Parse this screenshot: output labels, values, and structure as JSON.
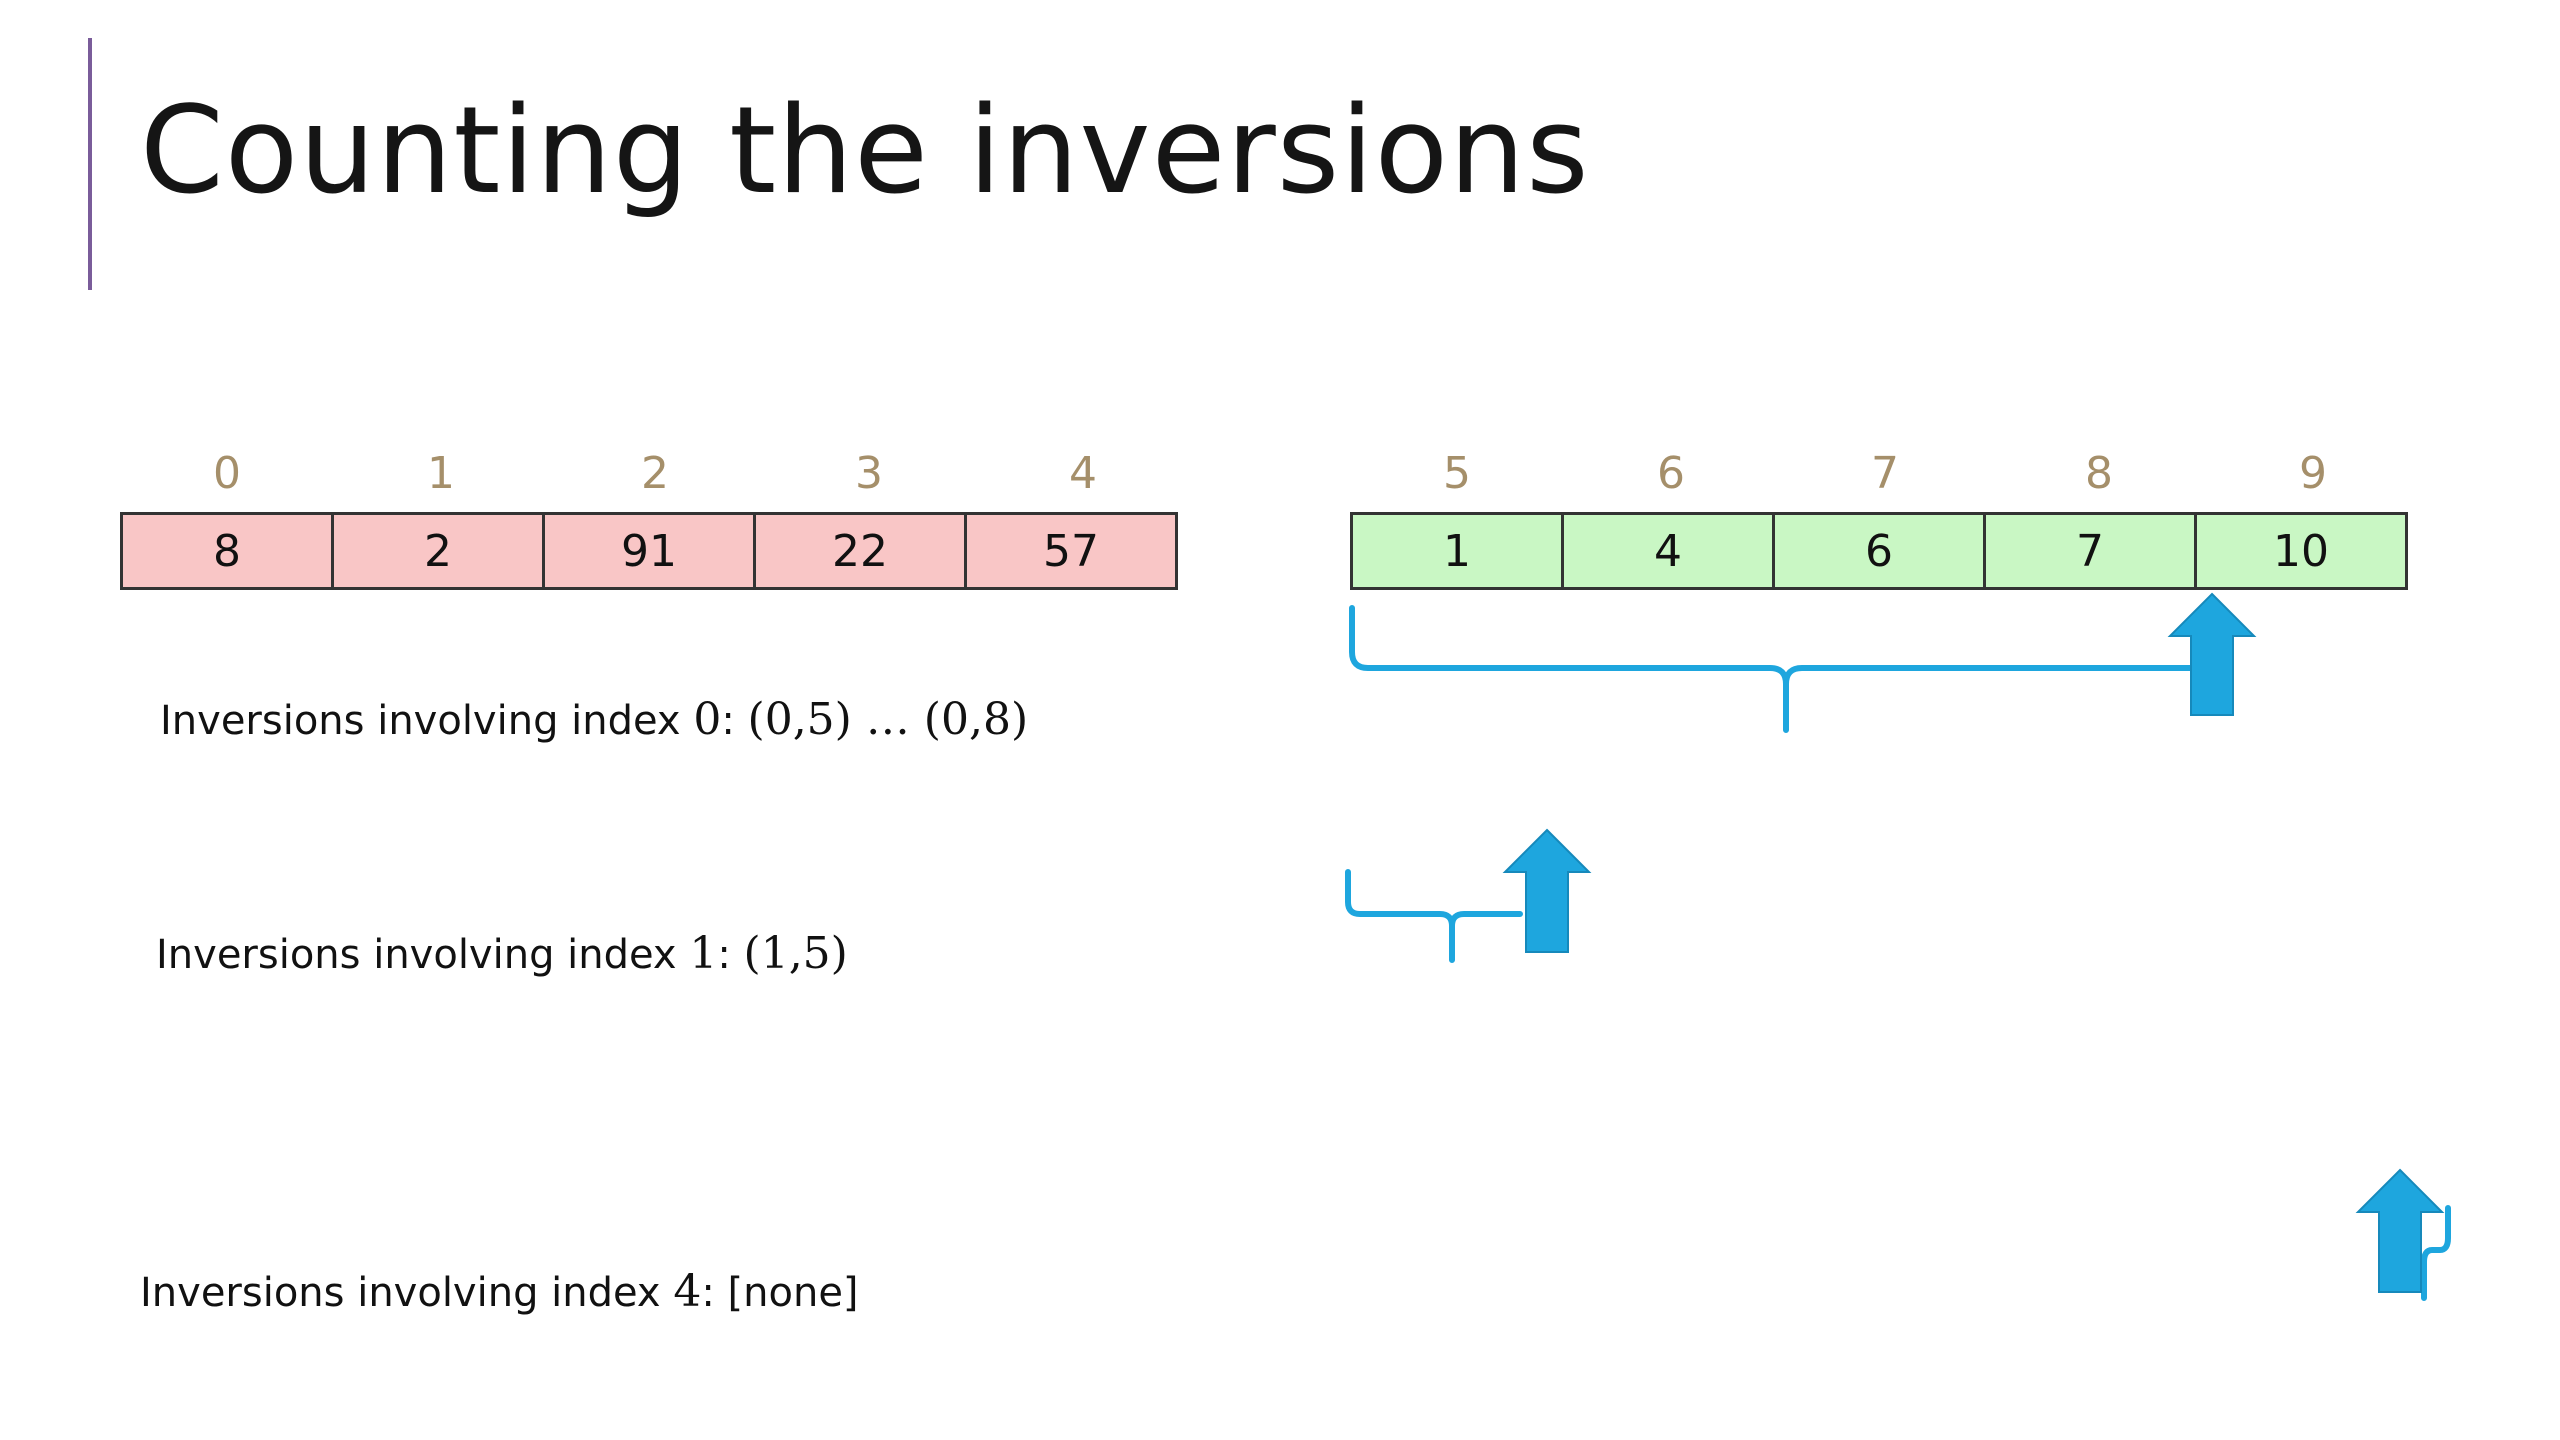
{
  "title": "Counting the inversions",
  "left_array": {
    "indices": [
      "0",
      "1",
      "2",
      "3",
      "4"
    ],
    "values": [
      "8",
      "2",
      "91",
      "22",
      "57"
    ]
  },
  "right_array": {
    "indices": [
      "5",
      "6",
      "7",
      "8",
      "9"
    ],
    "values": [
      "1",
      "4",
      "6",
      "7",
      "10"
    ]
  },
  "inversions": [
    {
      "prefix": "Inversions involving index ",
      "index": "0",
      "sep": ": ",
      "pairs": "(0,5) … (0,8)"
    },
    {
      "prefix": "Inversions involving index ",
      "index": "1",
      "sep": ": ",
      "pairs": "(1,5)"
    },
    {
      "prefix": "Inversions involving index ",
      "index": "4",
      "sep": ": ",
      "pairs": "[none]"
    }
  ],
  "colors": {
    "accent": "#7a5c9a",
    "left_fill": "#f9c6c6",
    "right_fill": "#c9f7c4",
    "index_text": "#a58f6a",
    "arrow": "#1ea6de"
  },
  "icons": [
    "up-arrow-icon",
    "brace-icon"
  ]
}
